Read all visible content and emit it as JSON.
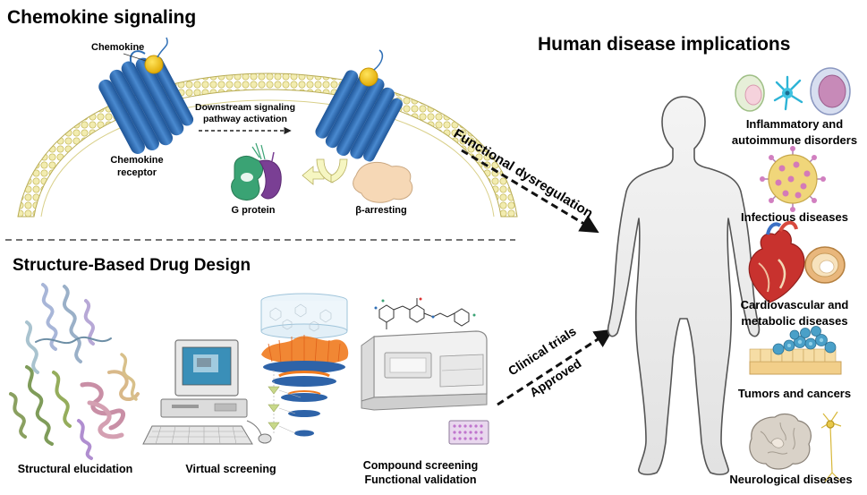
{
  "sections": {
    "chemokine_title": "Chemokine signaling",
    "sbdd_title": "Structure-Based Drug Design",
    "disease_title": "Human disease implications"
  },
  "signaling": {
    "chemokine": "Chemokine",
    "downstream_line1": "Downstream signaling",
    "downstream_line2": "pathway activation",
    "receptor_line1": "Chemokine",
    "receptor_line2": "receptor",
    "g_protein": "G protein",
    "beta_arrestin": "β-arresting"
  },
  "arrows": {
    "functional": "Functional dysregulation",
    "clinical": "Clinical trials",
    "approved": "Approved"
  },
  "sbdd": {
    "structural": "Structural elucidation",
    "virtual": "Virtual screening",
    "compound_line1": "Compound screening",
    "compound_line2": "Functional validation"
  },
  "diseases": [
    {
      "line1": "Inflammatory and",
      "line2": "autoimmune disorders"
    },
    {
      "line1": "Infectious diseases",
      "line2": ""
    },
    {
      "line1": "Cardiovascular and",
      "line2": "metabolic diseases"
    },
    {
      "line1": "Tumors and cancers",
      "line2": ""
    },
    {
      "line1": "Neurological diseases",
      "line2": ""
    }
  ],
  "colors": {
    "receptor_blue": "#2f6fb6",
    "chemokine_yellow": "#f5c518",
    "membrane_yellow": "#efe9a8",
    "g_protein_green": "#3aa374",
    "g_protein_purple": "#7a3f94",
    "arrestin_peach": "#f6d8b6",
    "funnel_orange": "#f07a1e",
    "funnel_blue": "#2e63a8"
  }
}
